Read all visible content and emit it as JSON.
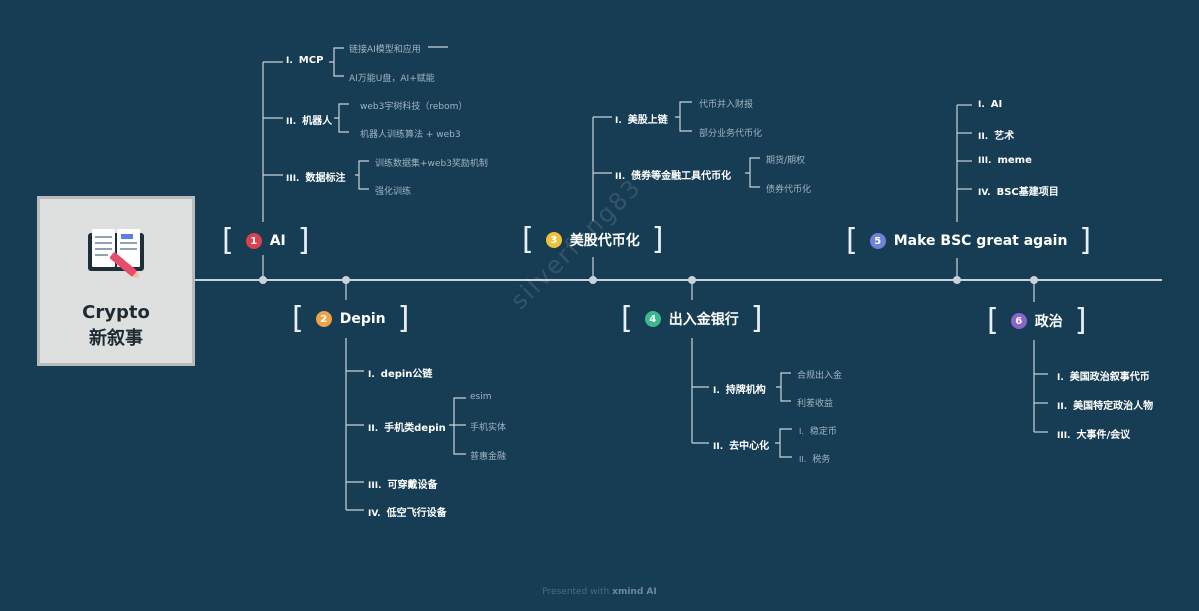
{
  "root": {
    "line1": "Crypto",
    "line2": "新叙事"
  },
  "colors": {
    "bg": "#173d54",
    "c1": "#d94150",
    "c2": "#f0a346",
    "c3": "#f0c23a",
    "c4": "#3cb88f",
    "c5": "#6b84d6",
    "c6": "#8a64c8"
  },
  "topics": [
    {
      "num": "1",
      "label": "AI",
      "children": [
        {
          "rn": "I.",
          "label": "MCP",
          "children": [
            "链接AI模型和应用",
            "AI万能U盘，AI+赋能"
          ]
        },
        {
          "rn": "II.",
          "label": "机器人",
          "children": [
            "web3宇树科技（rebom）",
            "机器人训练算法 + web3"
          ]
        },
        {
          "rn": "III.",
          "label": "数据标注",
          "children": [
            "训练数据集+web3奖励机制",
            "强化训练"
          ]
        }
      ]
    },
    {
      "num": "2",
      "label": "Depin",
      "children": [
        {
          "rn": "I.",
          "label": "depin公链"
        },
        {
          "rn": "II.",
          "label": "手机类depin",
          "children": [
            "esim",
            "手机实体",
            "普惠金融"
          ]
        },
        {
          "rn": "III.",
          "label": "可穿戴设备"
        },
        {
          "rn": "IV.",
          "label": "低空飞行设备"
        }
      ]
    },
    {
      "num": "3",
      "label": "美股代币化",
      "children": [
        {
          "rn": "I.",
          "label": "美股上链",
          "children": [
            "代币并入财报",
            "部分业务代币化"
          ]
        },
        {
          "rn": "II.",
          "label": "债券等金融工具代币化",
          "children": [
            "期货/期权",
            "债券代币化"
          ]
        }
      ]
    },
    {
      "num": "4",
      "label": "出入金银行",
      "children": [
        {
          "rn": "I.",
          "label": "持牌机构",
          "children": [
            "合规出入金",
            "利差收益"
          ]
        },
        {
          "rn": "II.",
          "label": "去中心化",
          "children": [
            {
              "rn": "I.",
              "label": "稳定币"
            },
            {
              "rn": "II.",
              "label": "税务"
            }
          ]
        }
      ]
    },
    {
      "num": "5",
      "label": "Make BSC great again",
      "children": [
        {
          "rn": "I.",
          "label": "AI"
        },
        {
          "rn": "II.",
          "label": "艺术"
        },
        {
          "rn": "III.",
          "label": "meme"
        },
        {
          "rn": "IV.",
          "label": "BSC基建项目"
        }
      ]
    },
    {
      "num": "6",
      "label": "政治",
      "children": [
        {
          "rn": "I.",
          "label": "美国政治叙事代币"
        },
        {
          "rn": "II.",
          "label": "美国特定政治人物"
        },
        {
          "rn": "III.",
          "label": "大事件/会议"
        }
      ]
    }
  ],
  "watermark": "silverfang83",
  "footer": {
    "prefix": "Presented with",
    "brand": "xmind AI"
  }
}
